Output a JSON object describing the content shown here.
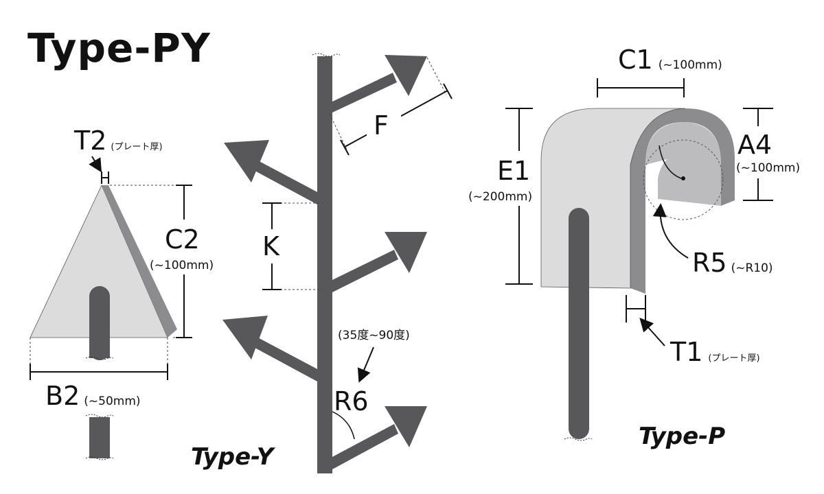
{
  "title": "Type-PY",
  "captions": {
    "type_y": "Type-Y",
    "type_p": "Type-P"
  },
  "type_py": {
    "t2": {
      "label": "T",
      "sub": "2",
      "note": "(プレート厚)"
    },
    "c2": {
      "label": "C",
      "sub": "2",
      "range": "(~100mm)"
    },
    "b2": {
      "label": "B",
      "sub": "2",
      "range": "(~50mm)"
    }
  },
  "type_y": {
    "f": {
      "label": "F"
    },
    "k": {
      "label": "K"
    },
    "r6": {
      "label": "R",
      "sub": "6",
      "angle_range": "(35度~90度)"
    }
  },
  "type_p": {
    "c1": {
      "label": "C",
      "sub": "1",
      "range": "(~100mm)"
    },
    "a4": {
      "label": "A",
      "sub": "4",
      "range": "(~100mm)"
    },
    "e1": {
      "label": "E",
      "sub": "1",
      "range": "(~200mm)"
    },
    "r5": {
      "label": "R",
      "sub": "5",
      "range": "(~R10)"
    },
    "t1": {
      "label": "T",
      "sub": "1",
      "note": "(プレート厚)"
    }
  },
  "colors": {
    "rod": "#58585a",
    "plate_face": "#dcdcdc",
    "plate_edge": "#8c8c8e",
    "line": "#111111"
  }
}
